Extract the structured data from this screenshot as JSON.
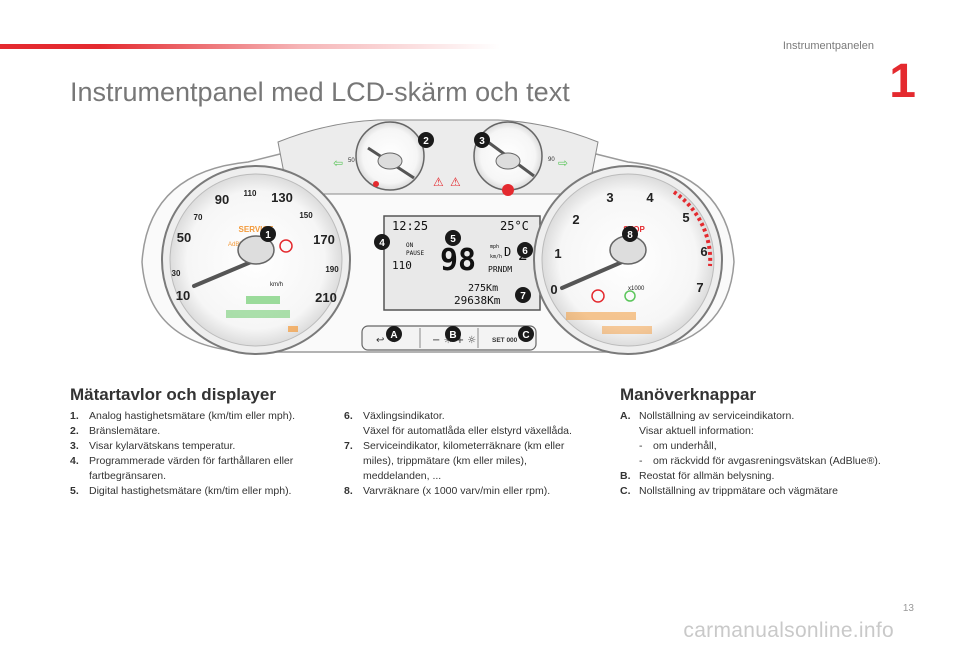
{
  "header": {
    "section": "Instrumentpanelen",
    "chapter": "1",
    "title": "Instrumentpanel med LCD-skärm och text"
  },
  "cluster": {
    "speed_ticks": [
      "10",
      "30",
      "50",
      "70",
      "90",
      "110",
      "130",
      "150",
      "170",
      "190",
      "210"
    ],
    "speed_unit": "km/h",
    "rpm_ticks": [
      "0",
      "1",
      "2",
      "3",
      "4",
      "5",
      "6",
      "7"
    ],
    "rpm_unit": "x1000",
    "service_label": "SERVICE",
    "stop_label": "STOP",
    "adblue_label": "AdBlue",
    "temp_labels": [
      "90",
      "50"
    ],
    "lcd": {
      "time": "12:25",
      "outside_temp": "25°C",
      "cruise_top": "ON",
      "cruise_bottom": "PAUSE",
      "cruise_speed": "110",
      "digital_speed": "98",
      "gear": "D",
      "gear_num": "2",
      "gear_row": "PRNDM",
      "trip": "275Km",
      "odometer": "29638Km",
      "mph_label": "mph",
      "kmh_label": "km/h"
    },
    "callouts": [
      "1",
      "2",
      "3",
      "4",
      "5",
      "6",
      "7",
      "8"
    ],
    "buttons": {
      "a": "A",
      "b": "B",
      "c": "C",
      "set_label": "SET 000"
    },
    "colors": {
      "red": "#e42a2f",
      "green": "#5cc65c",
      "orange": "#f39a3a",
      "ink": "#1a1a1a"
    }
  },
  "left": {
    "heading": "Mätartavlor och displayer",
    "items": [
      {
        "num": "1.",
        "text": "Analog hastighetsmätare (km/tim eller mph)."
      },
      {
        "num": "2.",
        "text": "Bränslemätare."
      },
      {
        "num": "3.",
        "text": "Visar kylarvätskans temperatur."
      },
      {
        "num": "4.",
        "text": "Programmerade värden för farthållaren eller fartbegränsaren."
      },
      {
        "num": "5.",
        "text": "Digital hastighetsmätare (km/tim eller mph)."
      }
    ]
  },
  "middle": {
    "items": [
      {
        "num": "6.",
        "text": "Växlingsindikator.",
        "extra": "Växel för automatlåda eller elstyrd växellåda."
      },
      {
        "num": "7.",
        "text": "Serviceindikator, kilometerräknare (km eller miles), trippmätare (km eller miles), meddelanden, ..."
      },
      {
        "num": "8.",
        "text": "Varvräknare (x 1000 varv/min eller rpm)."
      }
    ]
  },
  "right": {
    "heading": "Manöverknappar",
    "a_num": "A.",
    "a_text": "Nollställning av serviceindikatorn.",
    "a_extra": "Visar aktuell information:",
    "a_sub": [
      "om underhåll,",
      "om räckvidd för avgasreningsvätskan (AdBlue®)."
    ],
    "b_num": "B.",
    "b_text": "Reostat för allmän belysning.",
    "c_num": "C.",
    "c_text": "Nollställning av trippmätare och vägmätare"
  },
  "footer": {
    "page": "13",
    "watermark": "carmanualsonline.info"
  }
}
